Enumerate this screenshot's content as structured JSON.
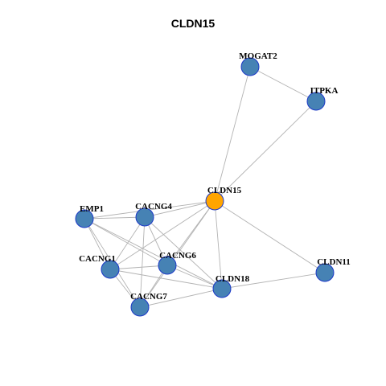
{
  "title": "CLDN15",
  "colors": {
    "node_fill": "#4682B4",
    "node_stroke": "#1C39C8",
    "highlight_fill": "#FFA500",
    "highlight_stroke": "#1C39C8",
    "edge": "#B3B3B3"
  },
  "nodes": [
    {
      "id": "MOGAT2",
      "label": "MOGAT2",
      "highlight": false
    },
    {
      "id": "ITPKA",
      "label": "ITPKA",
      "highlight": false
    },
    {
      "id": "CLDN15",
      "label": "CLDN15",
      "highlight": true
    },
    {
      "id": "EMP1",
      "label": "EMP1",
      "highlight": false
    },
    {
      "id": "CACNG4",
      "label": "CACNG4",
      "highlight": false
    },
    {
      "id": "CACNG1",
      "label": "CACNG1",
      "highlight": false
    },
    {
      "id": "CACNG6",
      "label": "CACNG6",
      "highlight": false
    },
    {
      "id": "CLDN18",
      "label": "CLDN18",
      "highlight": false
    },
    {
      "id": "CLDN11",
      "label": "CLDN11",
      "highlight": false
    },
    {
      "id": "CACNG7",
      "label": "CACNG7",
      "highlight": false
    }
  ],
  "edges": [
    [
      "MOGAT2",
      "ITPKA"
    ],
    [
      "MOGAT2",
      "CLDN15"
    ],
    [
      "ITPKA",
      "CLDN15"
    ],
    [
      "CLDN15",
      "EMP1"
    ],
    [
      "CLDN15",
      "CACNG4"
    ],
    [
      "CLDN15",
      "CACNG1"
    ],
    [
      "CLDN15",
      "CACNG6"
    ],
    [
      "CLDN15",
      "CLDN18"
    ],
    [
      "CLDN15",
      "CLDN11"
    ],
    [
      "CLDN15",
      "CACNG7"
    ],
    [
      "EMP1",
      "CACNG4"
    ],
    [
      "EMP1",
      "CACNG1"
    ],
    [
      "EMP1",
      "CACNG6"
    ],
    [
      "EMP1",
      "CACNG7"
    ],
    [
      "EMP1",
      "CLDN18"
    ],
    [
      "CACNG4",
      "CACNG1"
    ],
    [
      "CACNG4",
      "CACNG6"
    ],
    [
      "CACNG4",
      "CACNG7"
    ],
    [
      "CACNG4",
      "CLDN18"
    ],
    [
      "CACNG1",
      "CACNG6"
    ],
    [
      "CACNG1",
      "CACNG7"
    ],
    [
      "CACNG1",
      "CLDN18"
    ],
    [
      "CACNG6",
      "CACNG7"
    ],
    [
      "CACNG6",
      "CLDN18"
    ],
    [
      "CLDN18",
      "CACNG7"
    ],
    [
      "CLDN18",
      "CLDN11"
    ]
  ]
}
